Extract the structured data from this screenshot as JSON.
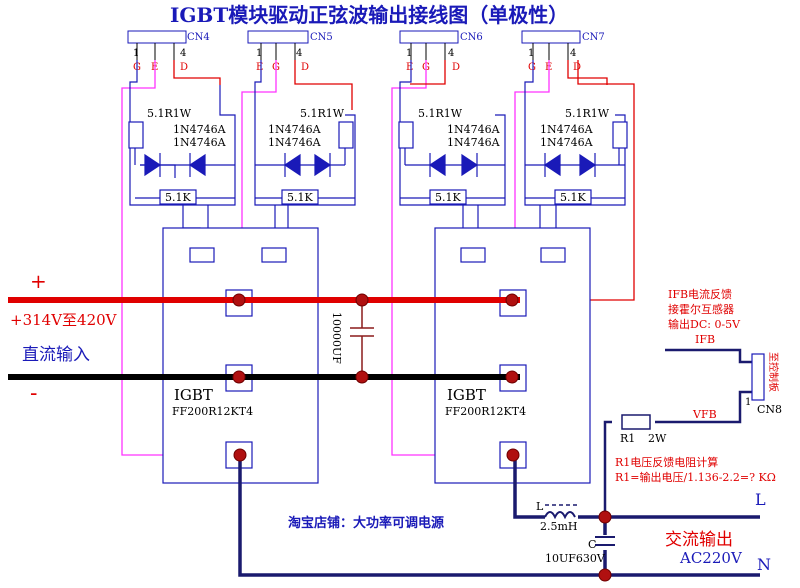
{
  "title": "IGBT模块驱动正弦波输出接线图（单极性）",
  "connectors": [
    {
      "name": "CN4",
      "pins": [
        "1",
        "G",
        "E",
        "D",
        "4"
      ]
    },
    {
      "name": "CN5",
      "pins": [
        "1",
        "E",
        "G",
        "D",
        "4"
      ]
    },
    {
      "name": "CN6",
      "pins": [
        "1",
        "E",
        "G",
        "D",
        "4"
      ]
    },
    {
      "name": "CN7",
      "pins": [
        "1",
        "G",
        "E",
        "D",
        "4"
      ]
    }
  ],
  "driver_parts": {
    "gate_resistor": "5.1R1W",
    "zener": "1N4746A",
    "pulldown": "5.1K"
  },
  "dc_input": {
    "plus_sign": "+",
    "minus_sign": "-",
    "voltage_range": "+314V至420V",
    "label": "直流输入"
  },
  "capacitor_bus": "10000UF",
  "igbt_modules": [
    {
      "label": "IGBT",
      "part": "FF200R12KT4"
    },
    {
      "label": "IGBT",
      "part": "FF200R12KT4"
    }
  ],
  "feedback": {
    "title": "IFB电流反馈",
    "line2": "接霍尔互感器",
    "line3": "输出DC: 0-5V",
    "ifb": "IFB",
    "vfb": "VFB",
    "cn8": "CN8",
    "to_board": "至控制板",
    "pin1": "1",
    "r1": "R1",
    "r1_power": "2W",
    "calc_title": "R1电压反馈电阻计算",
    "calc_formula": "R1=输出电压/1.136-2.2=? KΩ"
  },
  "output_filter": {
    "inductor_letter": "L",
    "inductor_value": "2.5mH",
    "cap_letter": "C",
    "cap_value": "10UF630V"
  },
  "ac_output": {
    "l": "L",
    "n": "N",
    "label": "交流输出",
    "voltage": "AC220V"
  },
  "shop": "淘宝店铺：大功率可调电源",
  "colors": {
    "title": "#1a1ab8",
    "wire_blue": "#1a1ab8",
    "wire_red": "#e00000",
    "wire_magenta": "#ff33ff",
    "bus_black": "#000000",
    "node_fill": "#b01010",
    "text_red": "#e00000",
    "text_blue": "#1a1ab8"
  }
}
